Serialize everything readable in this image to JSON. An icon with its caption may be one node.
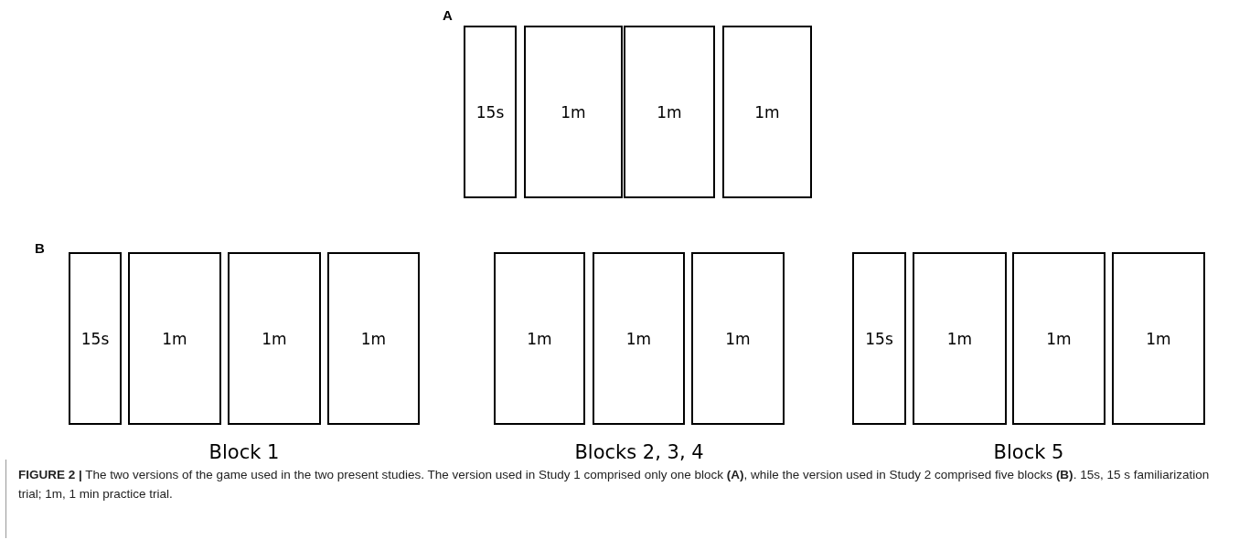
{
  "diagram": {
    "caption": "**FIGURE 2 |** The two versions of the game used in the two present studies. The version used in Study 1 comprised only one block **(A)**, while the version used in Study 2 comprised five blocks **(B)**. 15s, 15 s familiarization trial; 1m, 1 min practice trial.",
    "nodes": [
      {
        "text": [
          "15s"
        ]
      },
      {
        "text": [
          "1m"
        ]
      },
      {
        "text": [
          "1m"
        ]
      },
      {
        "text": [
          "1m"
        ]
      },
      {
        "text": [
          "15s"
        ]
      },
      {
        "text": [
          "1m"
        ]
      },
      {
        "text": [
          "1m"
        ]
      },
      {
        "text": [
          "1m"
        ]
      },
      {
        "text": [
          "1m"
        ]
      },
      {
        "text": [
          "1m"
        ]
      },
      {
        "text": [
          "1m"
        ]
      },
      {
        "text": [
          "15s"
        ]
      },
      {
        "text": [
          "1m"
        ]
      },
      {
        "text": [
          "1m"
        ]
      },
      {
        "text": [
          "1m"
        ]
      }
    ],
    "labels": [
      "A",
      "B",
      "Block 1",
      "Blocks 2, 3, 4",
      "Block 5"
    ]
  }
}
